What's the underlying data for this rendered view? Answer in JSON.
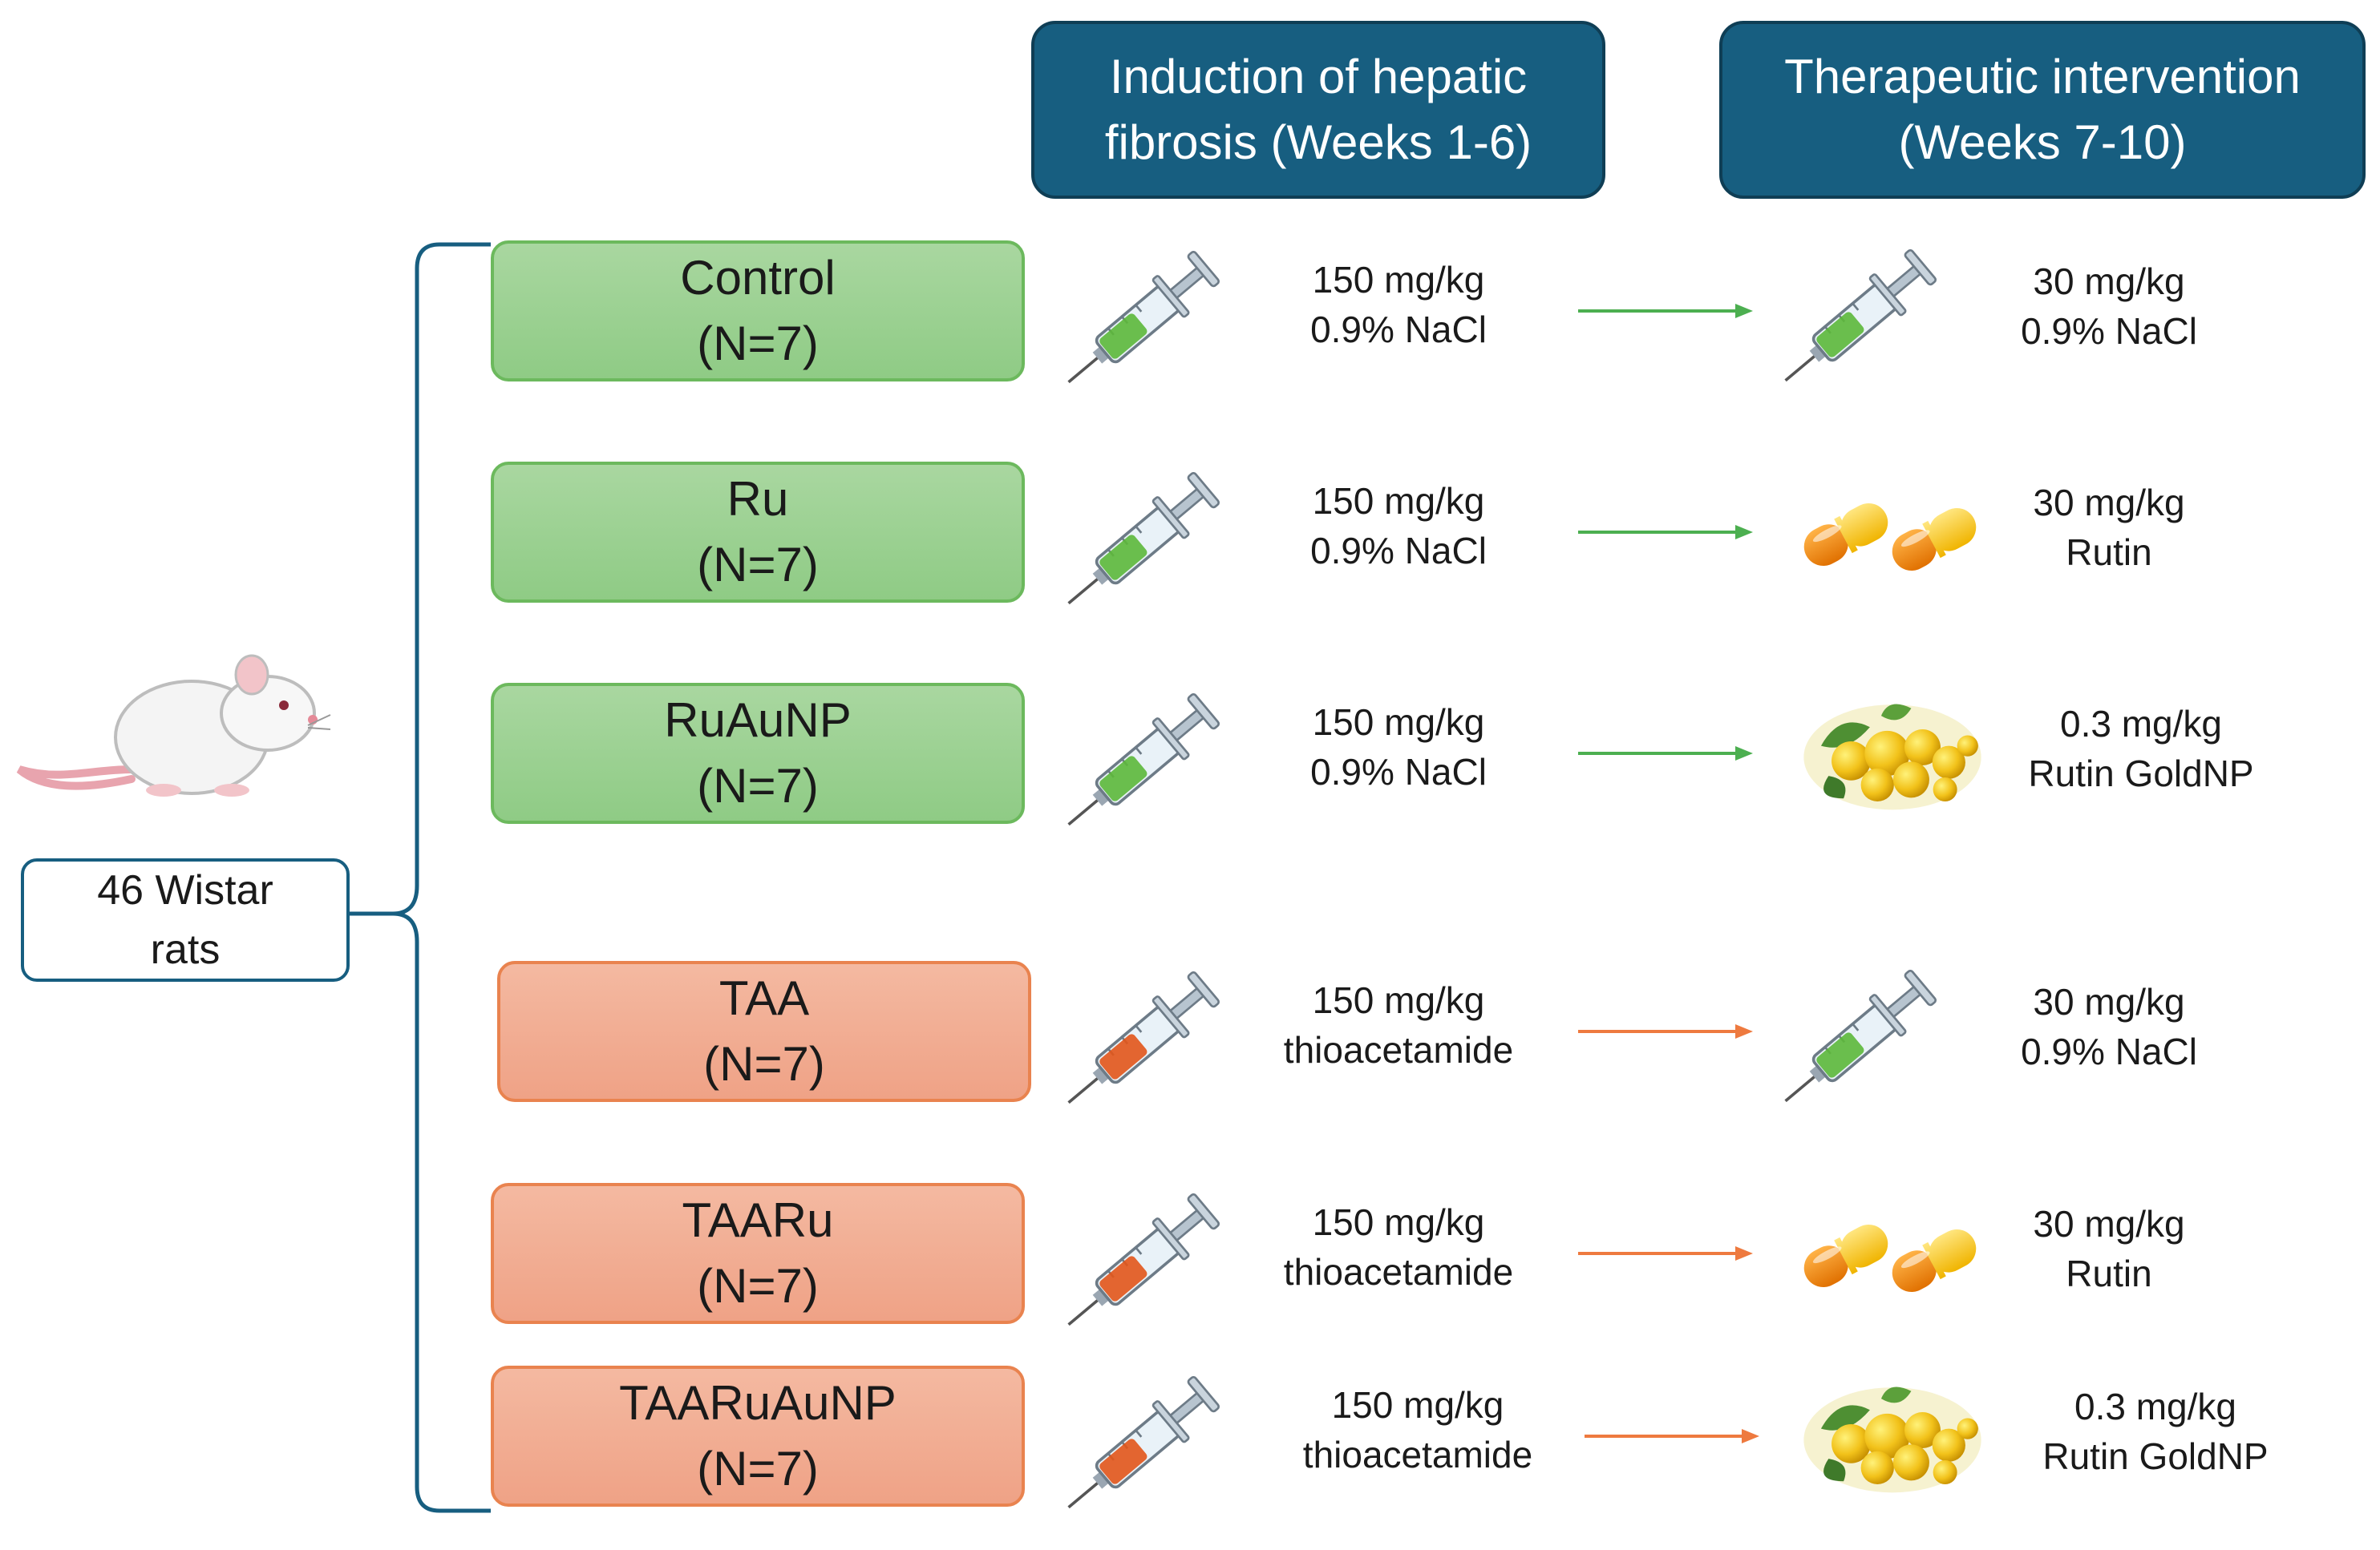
{
  "headers": {
    "induction": {
      "line1": "Induction of hepatic",
      "line2": "fibrosis (Weeks 1-6)"
    },
    "therapy": {
      "line1": "Therapeutic intervention",
      "line2": "(Weeks 7-10)"
    }
  },
  "source": {
    "line1": "46 Wistar",
    "line2": "rats"
  },
  "groups": [
    {
      "name": "Control",
      "n": "(N=7)",
      "induction_dose": "150 mg/kg",
      "induction_agent": "0.9% NaCl",
      "therapy_dose": "30 mg/kg",
      "therapy_agent": "0.9% NaCl",
      "induction_icon": "syringe-green-icon",
      "therapy_icon": "syringe-green-icon"
    },
    {
      "name": "Ru",
      "n": "(N=7)",
      "induction_dose": "150 mg/kg",
      "induction_agent": "0.9% NaCl",
      "therapy_dose": "30 mg/kg",
      "therapy_agent": "Rutin",
      "induction_icon": "syringe-green-icon",
      "therapy_icon": "capsules-icon"
    },
    {
      "name": "RuAuNP",
      "n": "(N=7)",
      "induction_dose": "150 mg/kg",
      "induction_agent": "0.9% NaCl",
      "therapy_dose": "0.3 mg/kg",
      "therapy_agent": "Rutin GoldNP",
      "induction_icon": "syringe-green-icon",
      "therapy_icon": "gold-nanoparticles-icon"
    },
    {
      "name": "TAA",
      "n": "(N=7)",
      "induction_dose": "150 mg/kg",
      "induction_agent": "thioacetamide",
      "therapy_dose": "30 mg/kg",
      "therapy_agent": "0.9% NaCl",
      "induction_icon": "syringe-orange-icon",
      "therapy_icon": "syringe-green-icon"
    },
    {
      "name": "TAARu",
      "n": "(N=7)",
      "induction_dose": "150 mg/kg",
      "induction_agent": "thioacetamide",
      "therapy_dose": "30 mg/kg",
      "therapy_agent": "Rutin",
      "induction_icon": "syringe-orange-icon",
      "therapy_icon": "capsules-icon"
    },
    {
      "name": "TAARuAuNP",
      "n": "(N=7)",
      "induction_dose": "150 mg/kg",
      "induction_agent": "thioacetamide",
      "therapy_dose": "0.3 mg/kg",
      "therapy_agent": "Rutin GoldNP",
      "induction_icon": "syringe-orange-icon",
      "therapy_icon": "gold-nanoparticles-icon"
    }
  ],
  "colors": {
    "header_fill": "#175e80",
    "control_group_fill": "#9fd296",
    "taa_group_fill": "#f2ae93",
    "green_arrow": "#4caf50",
    "orange_arrow": "#ee7a3f"
  },
  "animal_icon": "rat-icon"
}
